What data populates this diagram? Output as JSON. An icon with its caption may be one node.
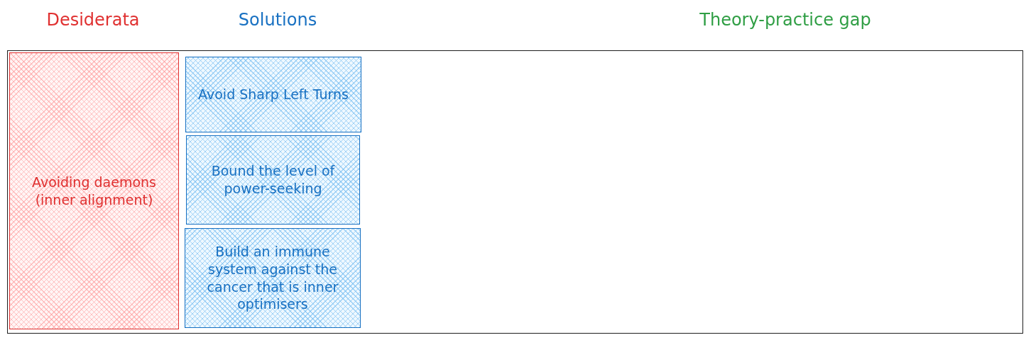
{
  "diagram": {
    "nodes": [
      {
        "text": [],
        "shape": "box"
      },
      {
        "text": [
          "Avoiding daemons (inner alignment)"
        ],
        "in": 0
      },
      {
        "text": [
          "Avoid Sharp Left Turns"
        ],
        "in": 0
      },
      {
        "text": [
          "Bound the level of power-seeking"
        ],
        "in": 0
      },
      {
        "text": [
          "Build an immune system against the cancer that is inner optimisers"
        ],
        "in": 0
      }
    ],
    "labels": [
      "Desiderata",
      "Solutions",
      "Theory-practice gap"
    ]
  }
}
